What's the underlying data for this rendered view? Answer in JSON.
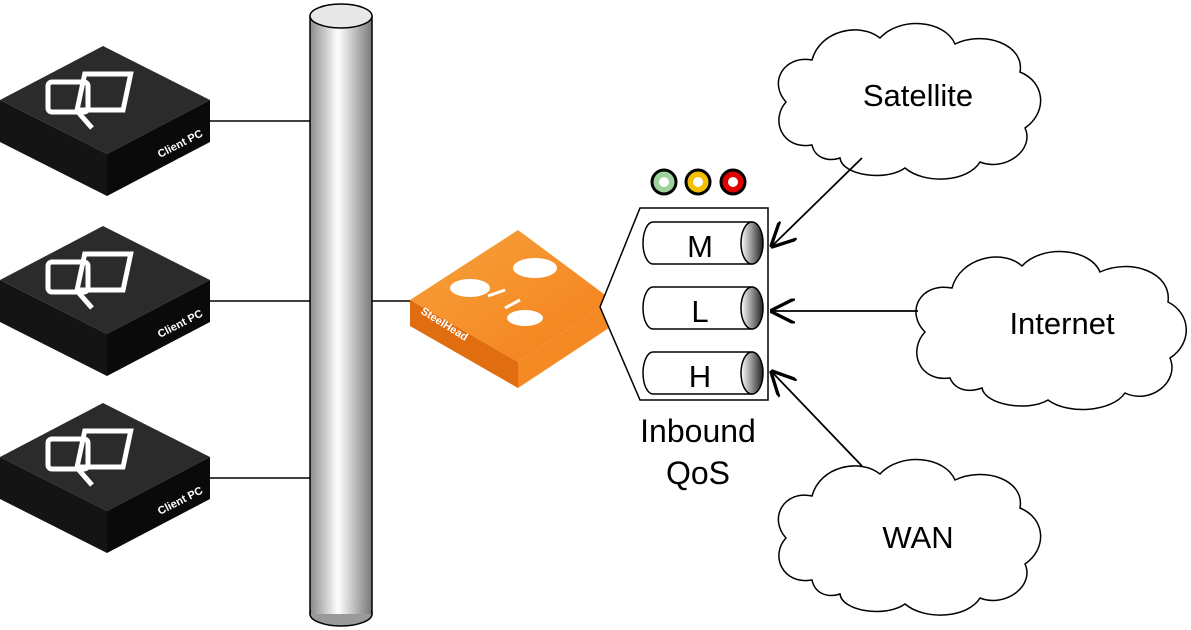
{
  "clients": [
    {
      "label": "Client PC"
    },
    {
      "label": "Client PC"
    },
    {
      "label": "Client PC"
    }
  ],
  "device": {
    "label": "SteelHead"
  },
  "queues": [
    {
      "label": "M"
    },
    {
      "label": "L"
    },
    {
      "label": "H"
    }
  ],
  "qos": {
    "line1": "Inbound",
    "line2": "QoS"
  },
  "clouds": [
    {
      "label": "Satellite"
    },
    {
      "label": "Internet"
    },
    {
      "label": "WAN"
    }
  ],
  "indicators": [
    {
      "color": "#9ed29c",
      "name": "green-light-icon"
    },
    {
      "color": "#f0c000",
      "name": "yellow-light-icon"
    },
    {
      "color": "#e00000",
      "name": "red-light-icon"
    }
  ],
  "colors": {
    "device_orange": "#f68a1f",
    "client_dark": "#232323"
  }
}
